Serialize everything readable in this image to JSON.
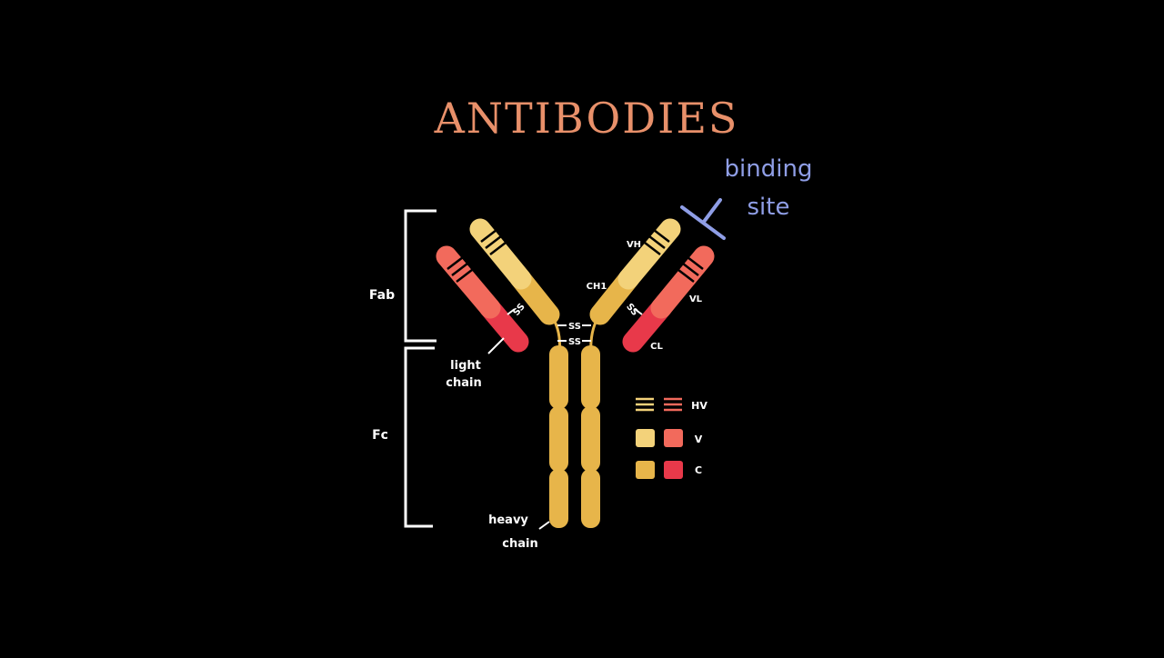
{
  "title": "ANTIBODIES",
  "annotation": {
    "binding_site": [
      "binding",
      "site"
    ]
  },
  "region_labels": {
    "fab": "Fab",
    "fc": "Fc"
  },
  "chain_labels": {
    "light_chain": [
      "light",
      "chain"
    ],
    "heavy_chain": [
      "heavy",
      "chain"
    ]
  },
  "domain_labels": {
    "vh": "VH",
    "ch1": "CH1",
    "vl": "VL",
    "cl": "CL",
    "ss_left": "SS",
    "ss_right": "SS",
    "ss_hinge_top": "SS",
    "ss_hinge_bottom": "SS"
  },
  "legend": [
    {
      "label": "HV",
      "kind": "stripes"
    },
    {
      "label": "V",
      "kind": "square-light"
    },
    {
      "label": "C",
      "kind": "square-dark"
    }
  ],
  "colors": {
    "background": "#000000",
    "title": "#e8906a",
    "binding_site": "#8f9ee6",
    "heavy_variable": "#f3d27a",
    "heavy_constant": "#e7b54a",
    "light_variable": "#f26a5c",
    "light_constant": "#e8394a",
    "white": "#ffffff"
  }
}
